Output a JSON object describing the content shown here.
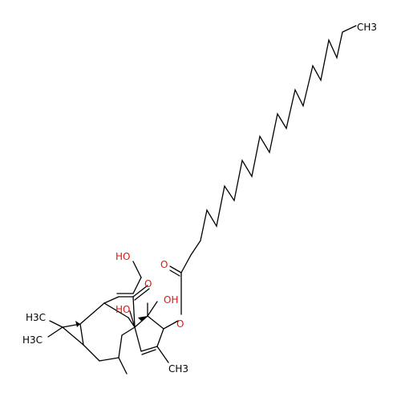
{
  "colors": {
    "bond": "#000000",
    "carbon_label": "#000000",
    "oxygen_label": "#e8120c",
    "background": "#ffffff"
  },
  "labels": {
    "ch3_chain_end": "CH3",
    "oh_hydroxymethyl": "HO",
    "o_carbonyl_ester": "O",
    "o_ketone": "O",
    "ho_left": "HO",
    "oh_right": "OH",
    "o_ester": "O",
    "h3c_upper": "H3C",
    "h3c_lower": "H3C",
    "ch3_ring": "CH3"
  }
}
